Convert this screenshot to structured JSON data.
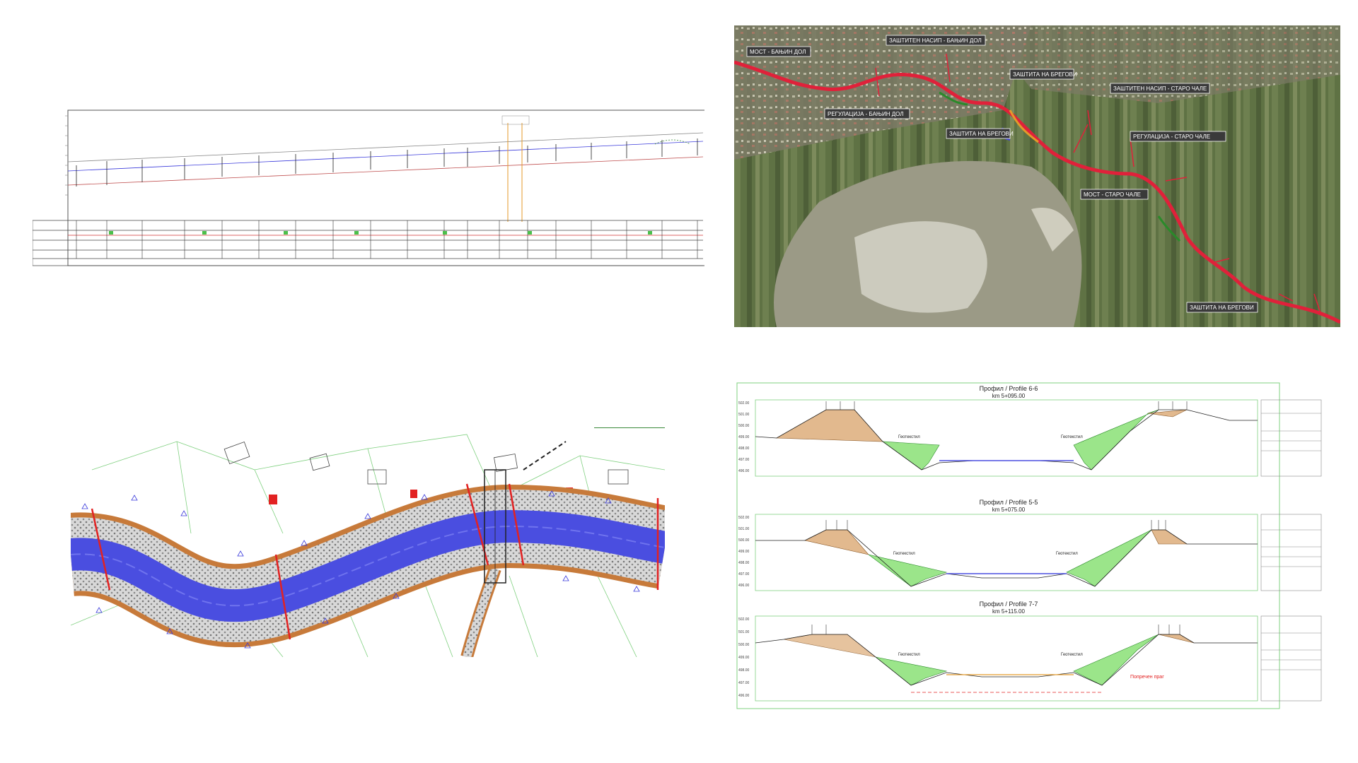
{
  "aerial_map": {
    "labels": [
      "МОСТ - БАЊИН ДОЛ",
      "ЗАШТИТЕН НАСИП - БАЊИН ДОЛ",
      "ЗАШТИТА НА БРЕГОВИ",
      "ЗАШТИТЕН НАСИП - СТАРО ЧАЛЕ",
      "РЕГУЛАЦИЈА - БАЊИН ДОЛ",
      "ЗАШТИТА НА БРЕГОВИ",
      "РЕГУЛАЦИЈА - СТАРО ЧАЛЕ",
      "МОСТ - СТАРО ЧАЛЕ",
      "ЗАШТИТА НА БРЕГОВИ"
    ],
    "river_color": "#e0213a"
  },
  "cross_sections": [
    {
      "title": "Профил / Profile 6-6",
      "chainage": "km 5+095.00",
      "geotextile_left": "Геотекстил",
      "geotextile_right": "Геотекстил",
      "y_ticks": [
        "502.00",
        "501.00",
        "500.00",
        "499.00",
        "498.00",
        "497.00",
        "496.00"
      ]
    },
    {
      "title": "Профил / Profile 5-5",
      "chainage": "km 5+075.00",
      "geotextile_left": "Геотекстил",
      "geotextile_right": "Геотекстил",
      "y_ticks": [
        "502.00",
        "501.00",
        "500.00",
        "499.00",
        "498.00",
        "497.00",
        "496.00"
      ]
    },
    {
      "title": "Профил / Profile 7-7",
      "chainage": "km 5+115.00",
      "geotextile_left": "Геотекстил",
      "geotextile_right": "Геотекстил",
      "cut_label": "Попречен праг",
      "y_ticks": [
        "502.00",
        "501.00",
        "500.00",
        "499.00",
        "498.00",
        "497.00",
        "496.00"
      ]
    }
  ],
  "colors": {
    "fill_cut": "#e2b98e",
    "fill_slope": "#9be58a",
    "channel_blue": "#4a4ee0",
    "grid_green": "#7fd07f",
    "drawing_red": "#e22222"
  }
}
